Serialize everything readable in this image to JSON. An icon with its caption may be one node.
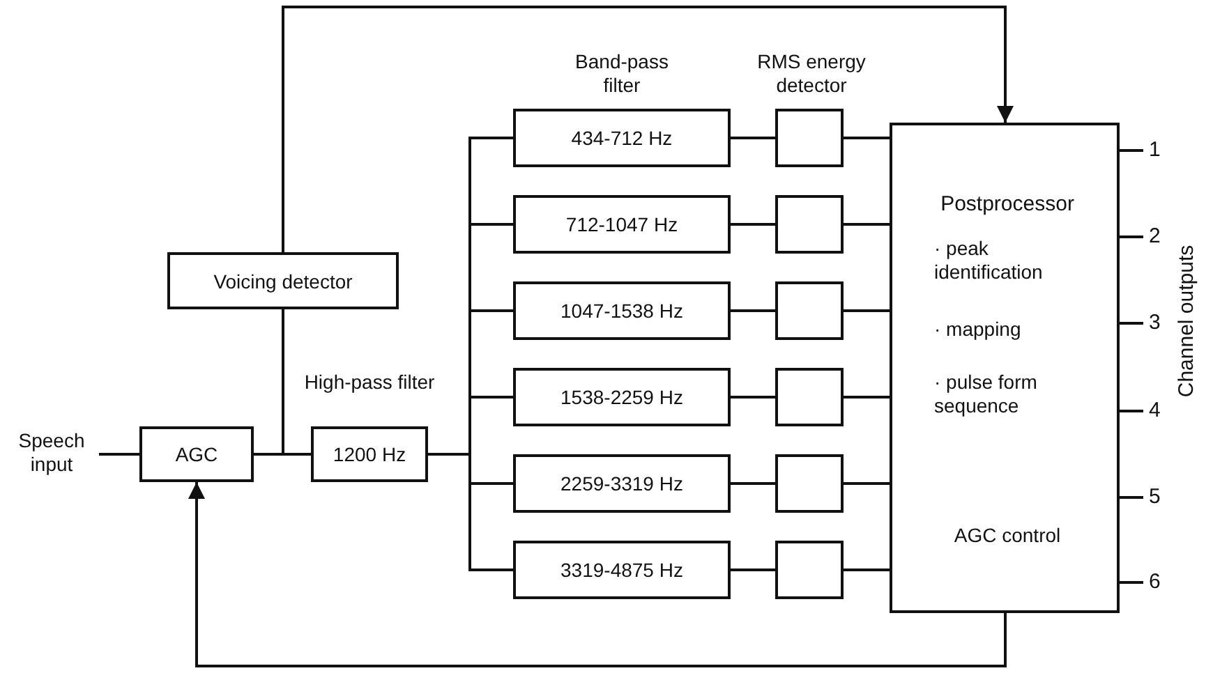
{
  "diagram": {
    "nodes": [
      {
        "text": [
          "Speech input"
        ]
      },
      {
        "text": [
          "AGC"
        ]
      },
      {
        "text": [
          "Voicing detector"
        ]
      },
      {
        "text": [
          "1200 Hz"
        ],
        "beside": [
          "High-pass filter"
        ]
      },
      {
        "text": [
          "434-712 Hz"
        ]
      },
      {
        "text": [
          "712-1047 Hz"
        ]
      },
      {
        "text": [
          "1047-1538 Hz"
        ]
      },
      {
        "text": [
          "1538-2259 Hz"
        ]
      },
      {
        "text": [
          "2259-3319 Hz"
        ]
      },
      {
        "text": [
          "3319-4875 Hz"
        ]
      },
      {
        "text": [],
        "shape": "box"
      },
      {
        "text": [],
        "shape": "box"
      },
      {
        "text": [],
        "shape": "box"
      },
      {
        "text": [],
        "shape": "box"
      },
      {
        "text": [],
        "shape": "box"
      },
      {
        "text": [],
        "shape": "box"
      },
      {
        "text": [
          "Postprocessor",
          "· peak identification",
          "· mapping",
          "· pulse form sequence",
          "AGC control"
        ]
      }
    ],
    "edges": [
      {
        "from": 0,
        "to": 1,
        "arrow": "none"
      },
      {
        "from": 1,
        "to": 2,
        "arrow": "none"
      },
      {
        "from": 1,
        "to": 3,
        "arrow": "none"
      },
      {
        "from": 2,
        "to": 16,
        "arrow": "to"
      },
      {
        "from": 3,
        "to": 4,
        "arrow": "none"
      },
      {
        "from": 3,
        "to": 5,
        "arrow": "none"
      },
      {
        "from": 3,
        "to": 6,
        "arrow": "none"
      },
      {
        "from": 3,
        "to": 7,
        "arrow": "none"
      },
      {
        "from": 3,
        "to": 8,
        "arrow": "none"
      },
      {
        "from": 3,
        "to": 9,
        "arrow": "none"
      },
      {
        "from": 4,
        "to": 10,
        "arrow": "none"
      },
      {
        "from": 5,
        "to": 11,
        "arrow": "none"
      },
      {
        "from": 6,
        "to": 12,
        "arrow": "none"
      },
      {
        "from": 7,
        "to": 13,
        "arrow": "none"
      },
      {
        "from": 8,
        "to": 14,
        "arrow": "none"
      },
      {
        "from": 9,
        "to": 15,
        "arrow": "none"
      },
      {
        "from": 10,
        "to": 16,
        "arrow": "none"
      },
      {
        "from": 11,
        "to": 16,
        "arrow": "none"
      },
      {
        "from": 12,
        "to": 16,
        "arrow": "none"
      },
      {
        "from": 13,
        "to": 16,
        "arrow": "none"
      },
      {
        "from": 14,
        "to": 16,
        "arrow": "none"
      },
      {
        "from": 15,
        "to": 16,
        "arrow": "none"
      },
      {
        "from": 16,
        "to": 1,
        "arrow": "to"
      },
      {
        "from": 16,
        "to": null,
        "arrow": "none",
        "label": "1"
      },
      {
        "from": 16,
        "to": null,
        "arrow": "none",
        "label": "2"
      },
      {
        "from": 16,
        "to": null,
        "arrow": "none",
        "label": "3"
      },
      {
        "from": 16,
        "to": null,
        "arrow": "none",
        "label": "4"
      },
      {
        "from": 16,
        "to": null,
        "arrow": "none",
        "label": "5"
      },
      {
        "from": 16,
        "to": null,
        "arrow": "none",
        "label": "6"
      }
    ],
    "labels": [
      "Band-pass filter",
      "RMS energy detector",
      "Channel outputs"
    ]
  }
}
